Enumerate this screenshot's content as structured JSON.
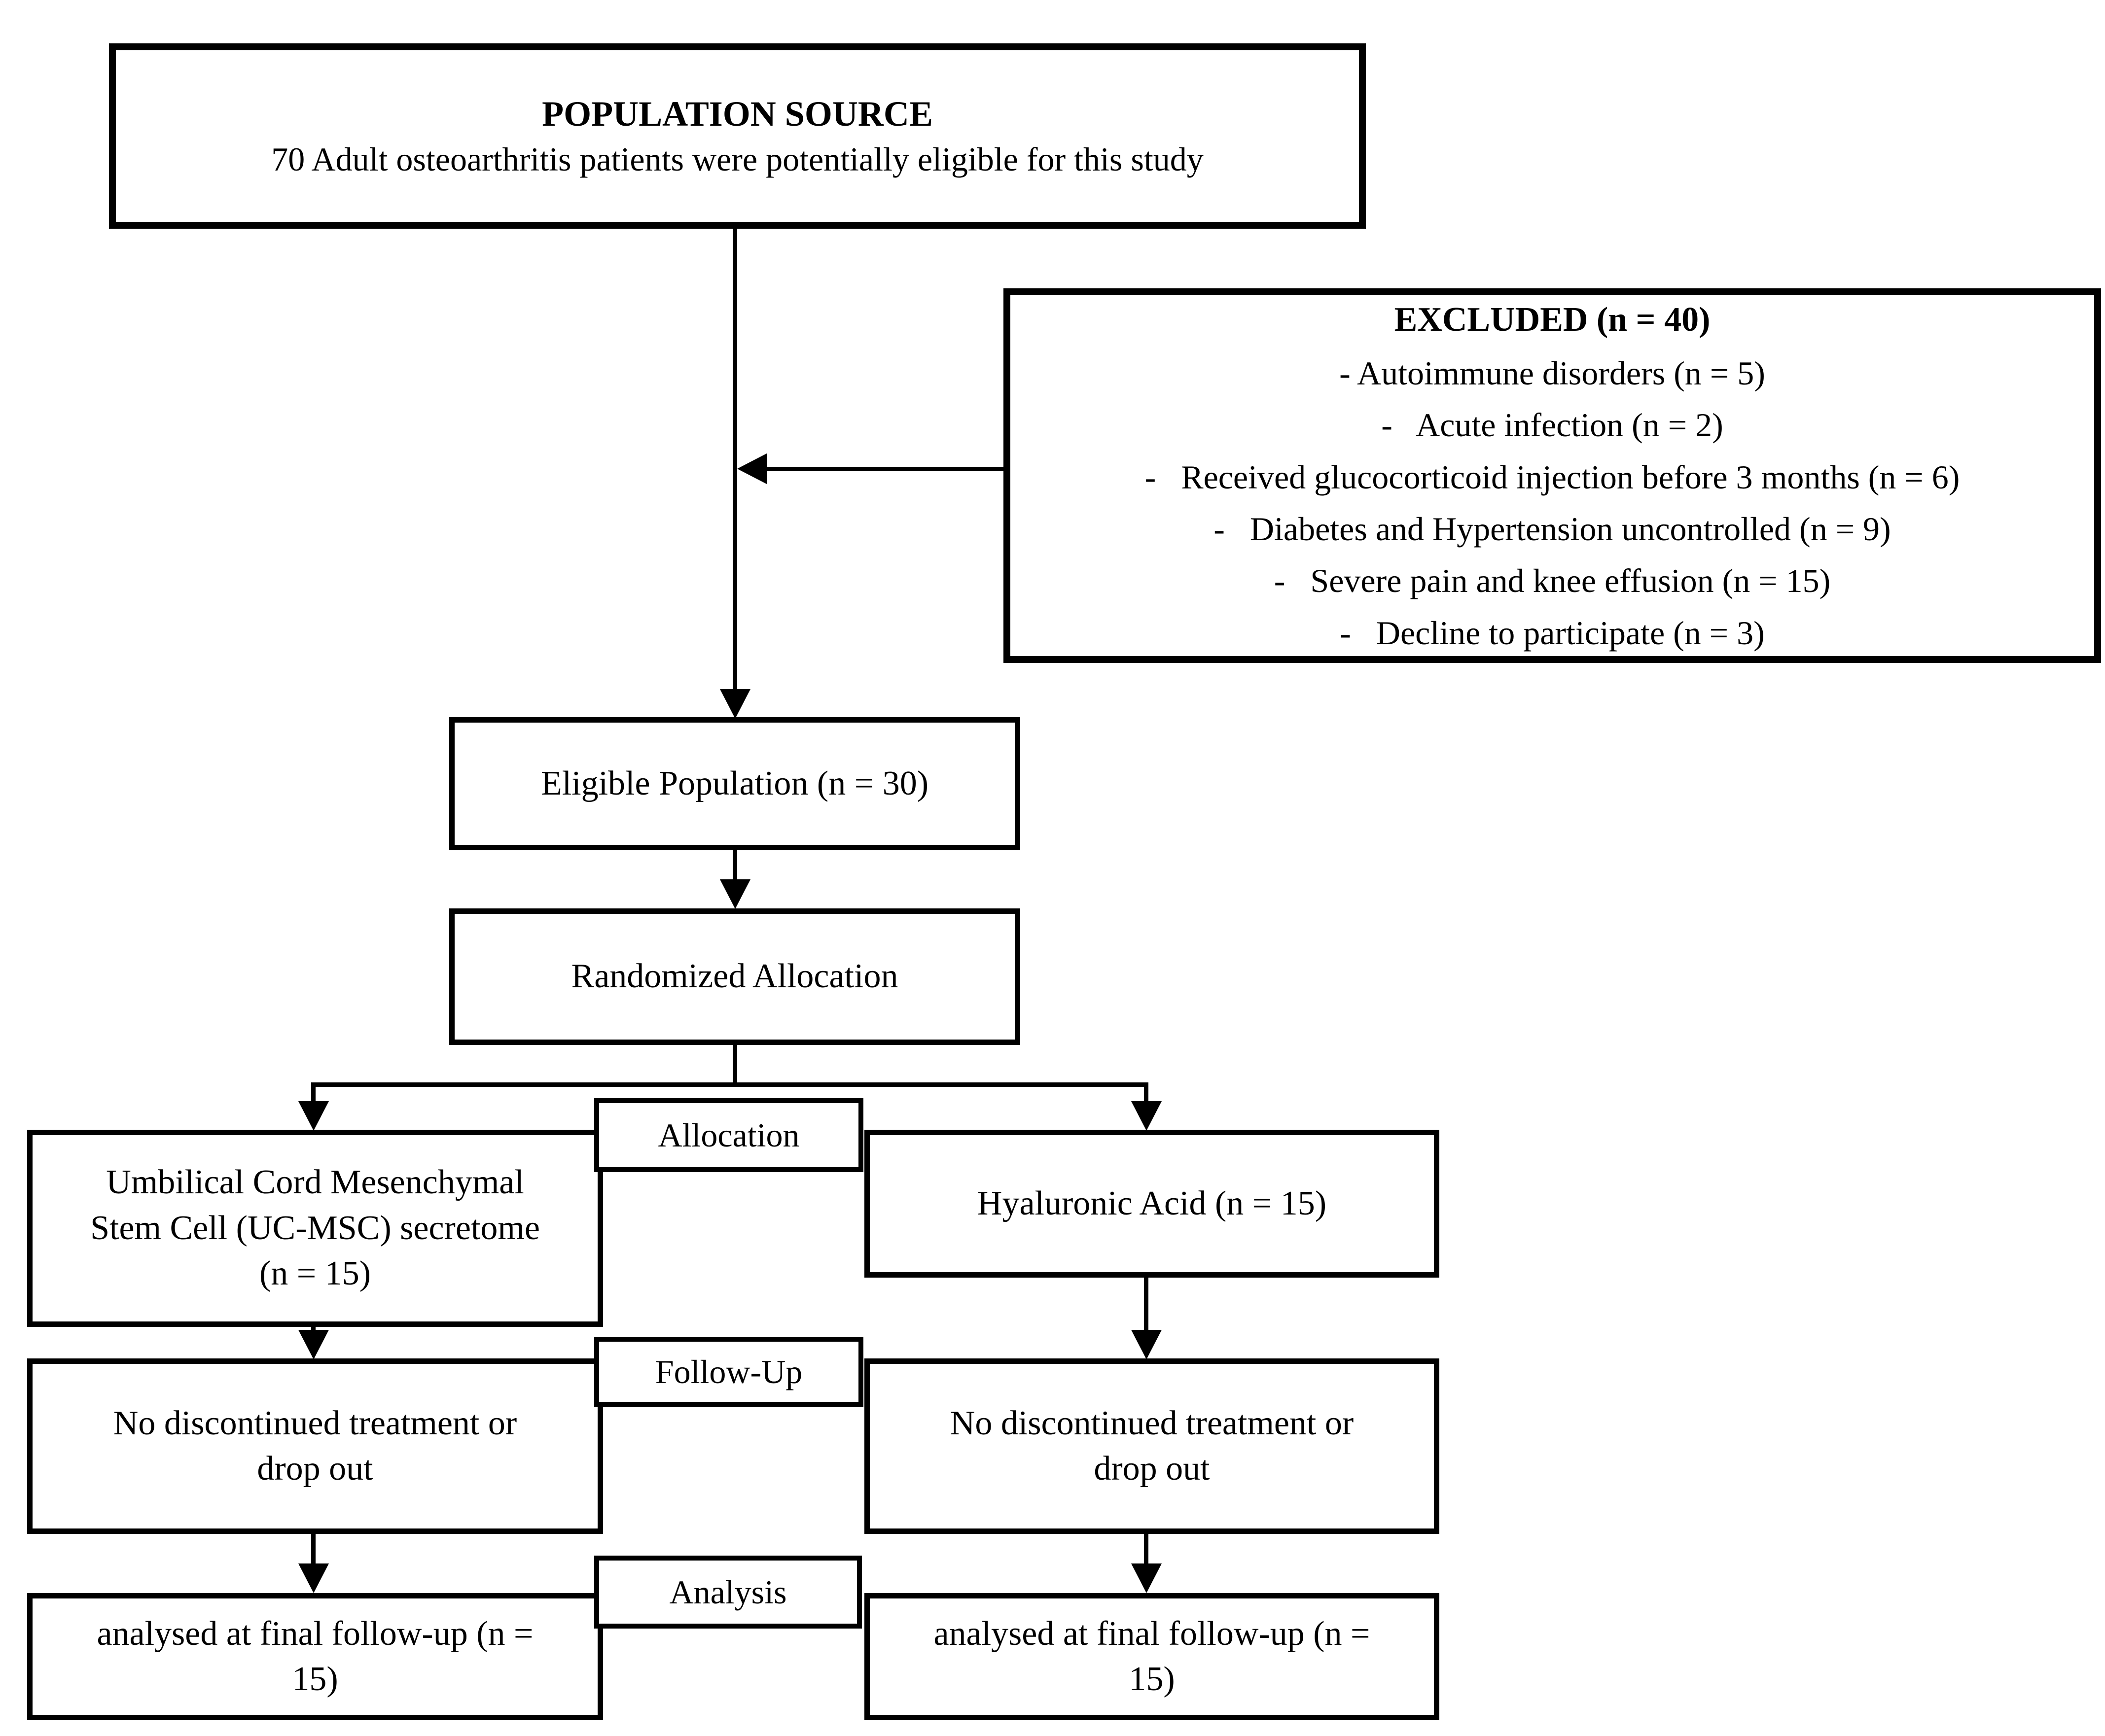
{
  "diagram": {
    "population_source": {
      "title": "POPULATION SOURCE",
      "subtitle": "70 Adult osteoarthritis patients were potentially eligible for this study"
    },
    "excluded": {
      "title": "EXCLUDED (n = 40)",
      "items": [
        "- Autoimmune disorders (n = 5)",
        "-   Acute infection (n = 2)",
        "-   Received glucocorticoid injection before 3 months (n = 6)",
        "-   Diabetes and Hypertension uncontrolled (n = 9)",
        "-   Severe pain and knee effusion (n = 15)",
        "-   Decline to participate (n = 3)"
      ]
    },
    "eligible": {
      "label": "Eligible Population (n = 30)"
    },
    "randomized": {
      "label": "Randomized Allocation"
    },
    "stage_labels": {
      "allocation": "Allocation",
      "follow_up": "Follow-Up",
      "analysis": "Analysis"
    },
    "arm_left": {
      "allocation": "Umbilical Cord Mesenchymal Stem Cell (UC-MSC) secretome (n = 15)",
      "follow_up": "No discontinued treatment or drop out",
      "analysis": "analysed at final follow-up (n = 15)"
    },
    "arm_right": {
      "allocation": "Hyaluronic Acid (n = 15)",
      "follow_up": "No discontinued treatment or drop out",
      "analysis": "analysed at final follow-up (n = 15)"
    },
    "colors": {
      "line": "#000000",
      "background": "#ffffff",
      "text": "#000000"
    }
  }
}
